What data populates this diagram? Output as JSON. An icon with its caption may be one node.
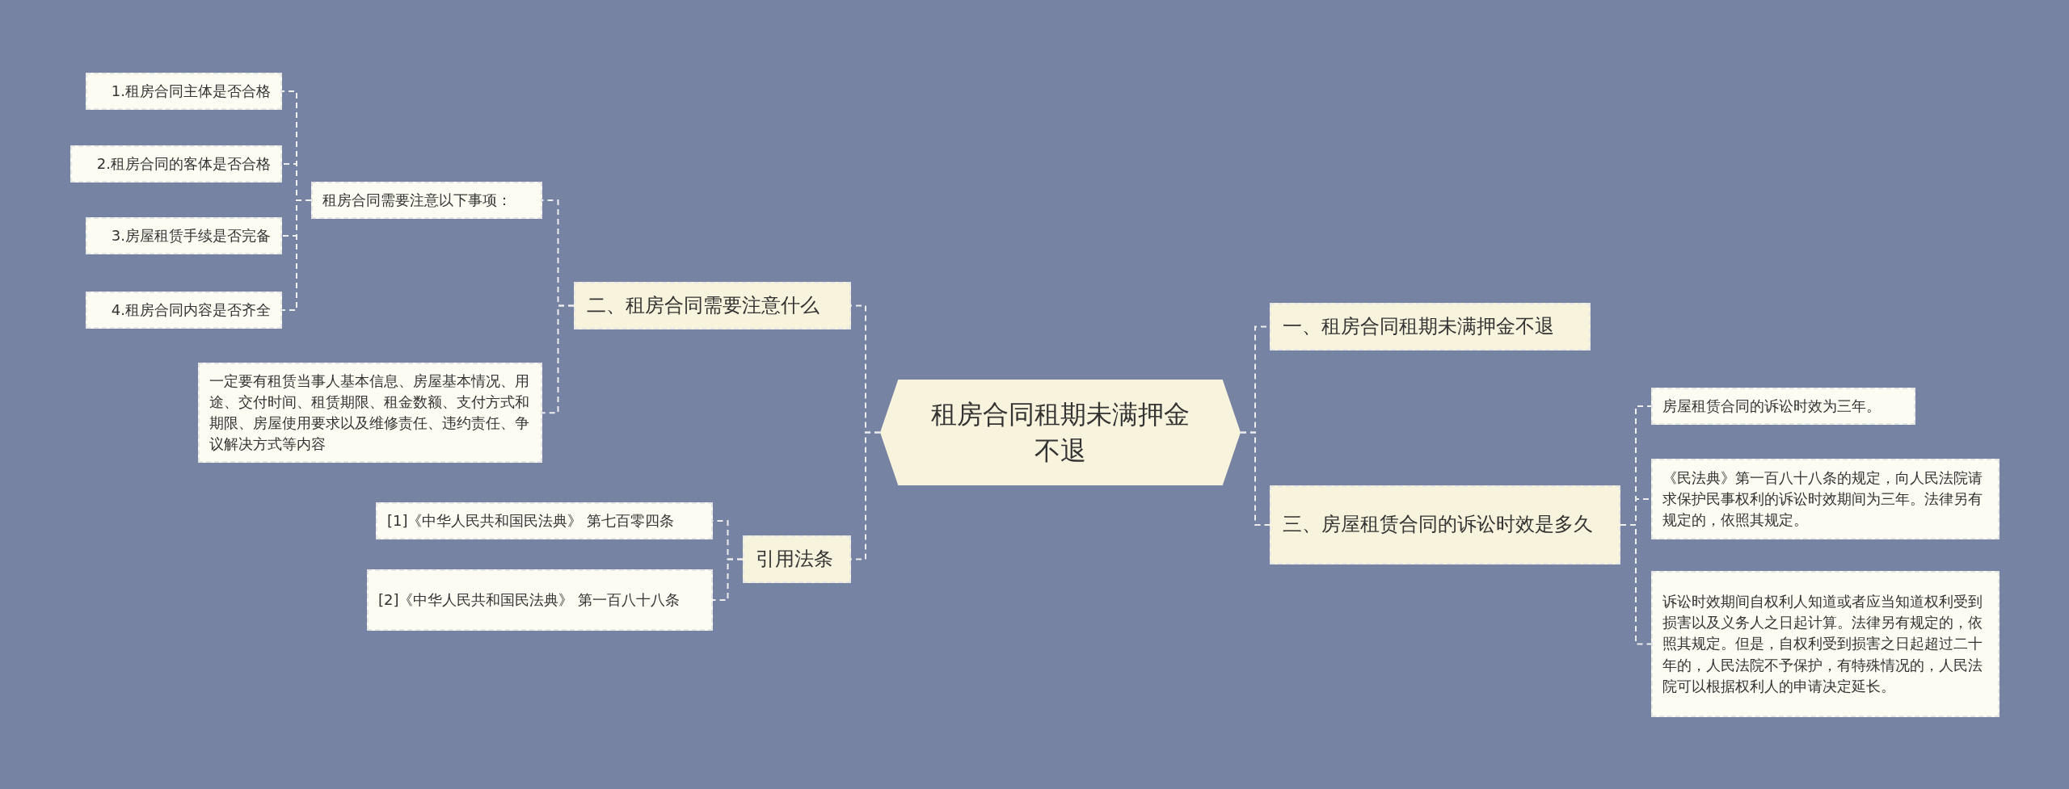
{
  "diagram": {
    "nodes": [
      {
        "text": [
          "租房合同租期未满押金不退"
        ]
      },
      {
        "text": [
          "二、租房合同需要注意什么"
        ]
      },
      {
        "text": [
          "租房合同需要注意以下事项："
        ]
      },
      {
        "text": [
          "1.租房合同主体是否合格"
        ]
      },
      {
        "text": [
          "2.租房合同的客体是否合格"
        ]
      },
      {
        "text": [
          "3.房屋租赁手续是否完备"
        ]
      },
      {
        "text": [
          "4.租房合同内容是否齐全"
        ]
      },
      {
        "text": [
          "一定要有租赁当事人基本信息、房屋基本情况、用途、交付时间、租赁期限、租金数额、支付方式和期限、房屋使用要求以及维修责任、违约责任、争议解决方式等内容"
        ]
      },
      {
        "text": [
          "引用法条"
        ]
      },
      {
        "text": [
          "[1]《中华人民共和国民法典》 第七百零四条"
        ]
      },
      {
        "text": [
          "[2]《中华人民共和国民法典》 第一百八十八条"
        ]
      },
      {
        "text": [
          "一、租房合同租期未满押金不退"
        ]
      },
      {
        "text": [
          "三、房屋租赁合同的诉讼时效是多久"
        ]
      },
      {
        "text": [
          "房屋租赁合同的诉讼时效为三年。"
        ]
      },
      {
        "text": [
          "《民法典》第一百八十八条的规定，向人民法院请求保护民事权利的诉讼时效期间为三年。法律另有规定的，依照其规定。"
        ]
      },
      {
        "text": [
          "诉讼时效期间自权利人知道或者应当知道权利受到损害以及义务人之日起计算。法律另有规定的，依照其规定。但是，自权利受到损害之日起超过二十年的，人民法院不予保护，有特殊情况的，人民法院可以根据权利人的申请决定延长。"
        ]
      }
    ],
    "edges": [
      {
        "from": 0,
        "to": 1,
        "arrow": "none",
        "style": "dashed"
      },
      {
        "from": 1,
        "to": 2,
        "arrow": "none",
        "style": "dashed"
      },
      {
        "from": 2,
        "to": 3,
        "arrow": "none",
        "style": "dashed"
      },
      {
        "from": 2,
        "to": 4,
        "arrow": "none",
        "style": "dashed"
      },
      {
        "from": 2,
        "to": 5,
        "arrow": "none",
        "style": "dashed"
      },
      {
        "from": 2,
        "to": 6,
        "arrow": "none",
        "style": "dashed"
      },
      {
        "from": 1,
        "to": 7,
        "arrow": "none",
        "style": "dashed"
      },
      {
        "from": 0,
        "to": 8,
        "arrow": "none",
        "style": "dashed"
      },
      {
        "from": 8,
        "to": 9,
        "arrow": "none",
        "style": "dashed"
      },
      {
        "from": 8,
        "to": 10,
        "arrow": "none",
        "style": "dashed"
      },
      {
        "from": 0,
        "to": 11,
        "arrow": "none",
        "style": "dashed"
      },
      {
        "from": 0,
        "to": 12,
        "arrow": "none",
        "style": "dashed"
      },
      {
        "from": 12,
        "to": 13,
        "arrow": "none",
        "style": "dashed"
      },
      {
        "from": 12,
        "to": 14,
        "arrow": "none",
        "style": "dashed"
      },
      {
        "from": 12,
        "to": 15,
        "arrow": "none",
        "style": "dashed"
      }
    ]
  }
}
